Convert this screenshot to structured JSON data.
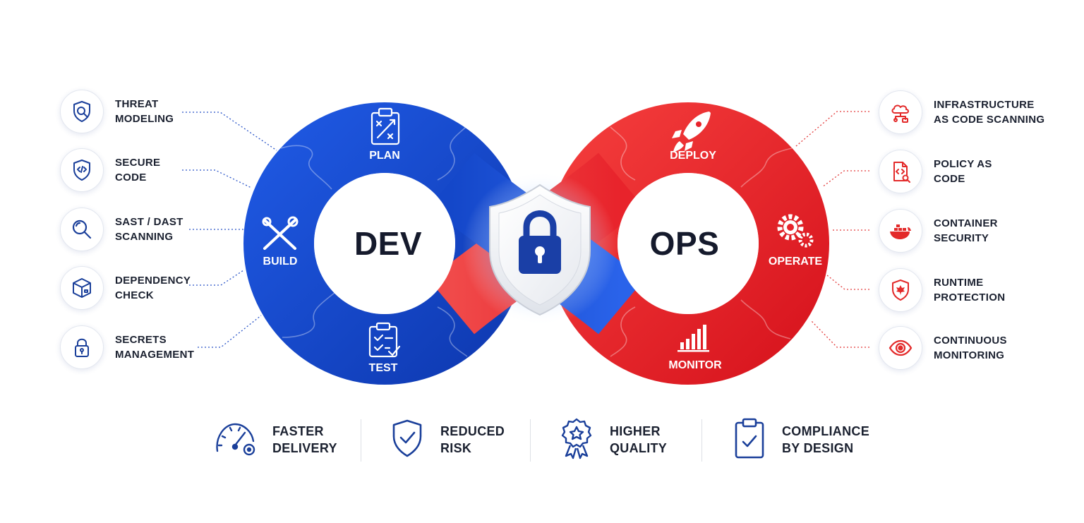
{
  "center": {
    "left_label": "DEV",
    "right_label": "OPS"
  },
  "stages": {
    "plan": "PLAN",
    "build": "BUILD",
    "test": "TEST",
    "deploy": "DEPLOY",
    "operate": "OPERATE",
    "monitor": "MONITOR"
  },
  "dev_practices": [
    {
      "label": "THREAT\nMODELING",
      "icon": "shield-search-icon"
    },
    {
      "label": "SECURE\nCODE",
      "icon": "shield-code-icon"
    },
    {
      "label": "SAST / DAST\nSCANNING",
      "icon": "magnifier-icon"
    },
    {
      "label": "DEPENDENCY\nCHECK",
      "icon": "package-box-icon"
    },
    {
      "label": "SECRETS\nMANAGEMENT",
      "icon": "padlock-icon"
    }
  ],
  "ops_practices": [
    {
      "label": "INFRASTRUCTURE\nAS CODE SCANNING",
      "icon": "cloud-network-icon"
    },
    {
      "label": "POLICY AS\nCODE",
      "icon": "code-document-icon"
    },
    {
      "label": "CONTAINER\nSECURITY",
      "icon": "container-ship-icon"
    },
    {
      "label": "RUNTIME\nPROTECTION",
      "icon": "shield-leaf-icon"
    },
    {
      "label": "CONTINUOUS\nMONITORING",
      "icon": "eye-icon"
    }
  ],
  "benefits": [
    {
      "label": "FASTER\nDELIVERY",
      "icon": "speedometer-icon"
    },
    {
      "label": "REDUCED\nRISK",
      "icon": "shield-check-icon"
    },
    {
      "label": "HIGHER\nQUALITY",
      "icon": "award-badge-icon"
    },
    {
      "label": "COMPLIANCE\nBY DESIGN",
      "icon": "clipboard-check-icon"
    }
  ],
  "colors": {
    "dev_blue": "#1447c9",
    "ops_red": "#e8232b",
    "text_dark": "#1b2130",
    "icon_blue": "#1a3f9a",
    "icon_red": "#e32a2a"
  }
}
